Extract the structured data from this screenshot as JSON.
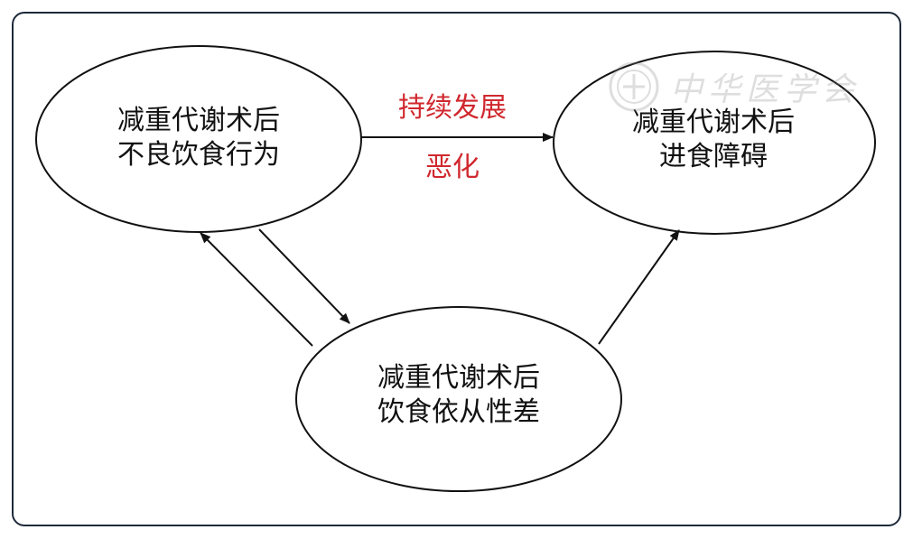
{
  "diagram": {
    "nodes": {
      "top_left": {
        "line1": "减重代谢术后",
        "line2": "不良饮食行为"
      },
      "top_right": {
        "line1": "减重代谢术后",
        "line2": "进食障碍"
      },
      "bottom": {
        "line1": "减重代谢术后",
        "line2": "饮食依从性差"
      }
    },
    "edge_labels": {
      "above_arrow": "持续发展",
      "below_arrow": "恶化"
    },
    "watermark": "中华医学会"
  },
  "colors": {
    "frame": "#1e2a3a",
    "stroke": "#111111",
    "edge_label": "#d0282e",
    "watermark": "#8a8a8a"
  }
}
